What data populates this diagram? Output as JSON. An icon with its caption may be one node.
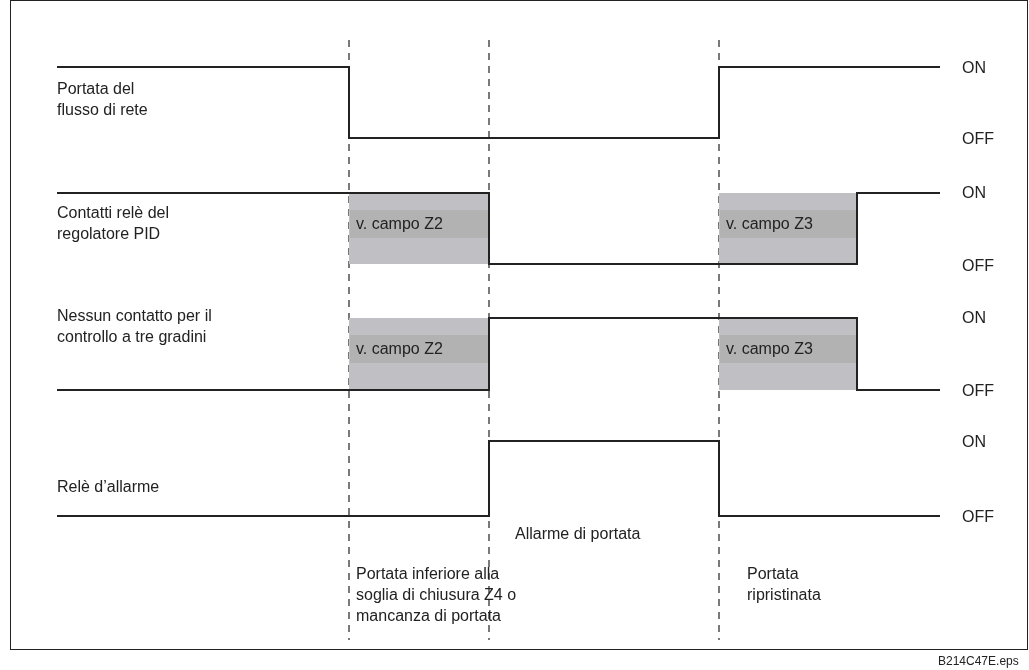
{
  "diagram": {
    "nodes": [
      {
        "text": [
          "v. campo Z2"
        ]
      },
      {
        "text": [
          "v. campo Z3"
        ]
      },
      {
        "text": [
          "v. campo Z2"
        ]
      },
      {
        "text": [
          "v. campo Z3"
        ]
      }
    ],
    "labels": [
      "Portata del flusso di rete",
      "ON",
      "OFF",
      "Contatti relè del regolatore PID",
      "ON",
      "OFF",
      "Nessun contatto per il controllo a tre gradini",
      "ON",
      "OFF",
      "ON",
      "Relè d’allarme",
      "OFF",
      "Allarme di portata",
      "Portata inferiore alla soglia di chiusura Z4 o mancanza di portata",
      "Portata ripristinata",
      "B214C47E.eps"
    ]
  }
}
